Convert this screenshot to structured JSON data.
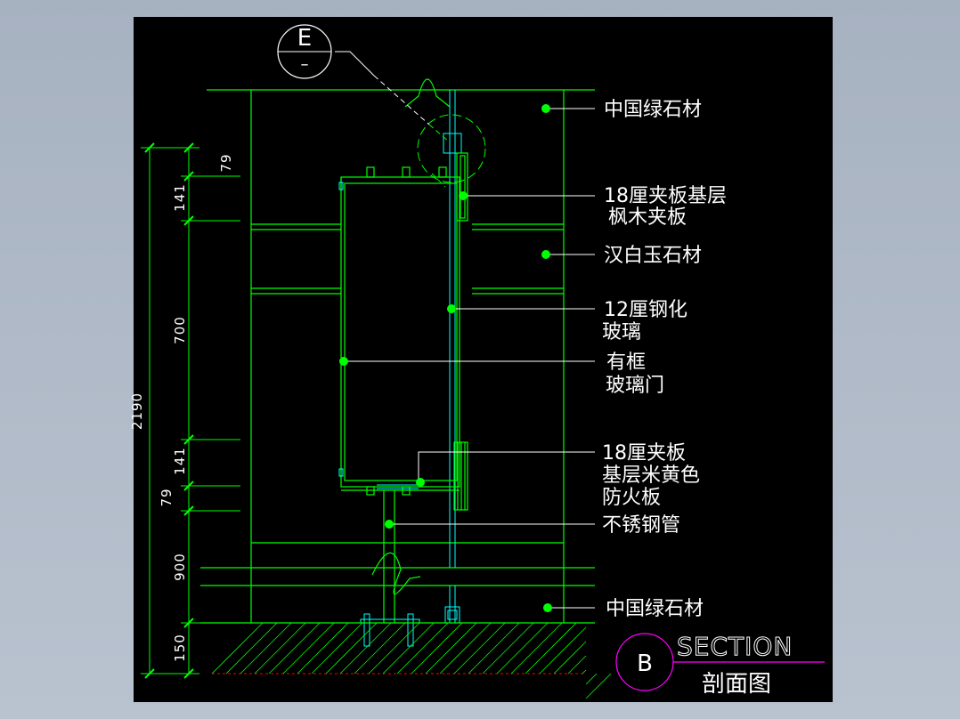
{
  "drawing": {
    "detail_marker": {
      "letter": "E",
      "sub": "–"
    },
    "section_marker": {
      "letter": "B",
      "title": "SECTION",
      "subtitle": "剖面图"
    },
    "labels": [
      "中国绿石材",
      "18厘夹板基层",
      "枫木夹板",
      "汉白玉石材",
      "12厘钢化",
      "玻璃",
      "有框",
      "玻璃门",
      "18厘夹板",
      "基层米黄色",
      "防火板",
      "不锈钢管",
      "中国绿石材"
    ],
    "dimensions": {
      "total": "2190",
      "d79_top": "79",
      "d141_top": "141",
      "d700": "700",
      "d141_bot": "141",
      "d79_bot": "79",
      "d900": "900",
      "d150": "150"
    },
    "colors": {
      "background": "#000000",
      "line_green": "#00ff00",
      "line_cyan": "#00ffff",
      "text_white": "#ffffff",
      "marker_magenta": "#ff00ff"
    }
  }
}
